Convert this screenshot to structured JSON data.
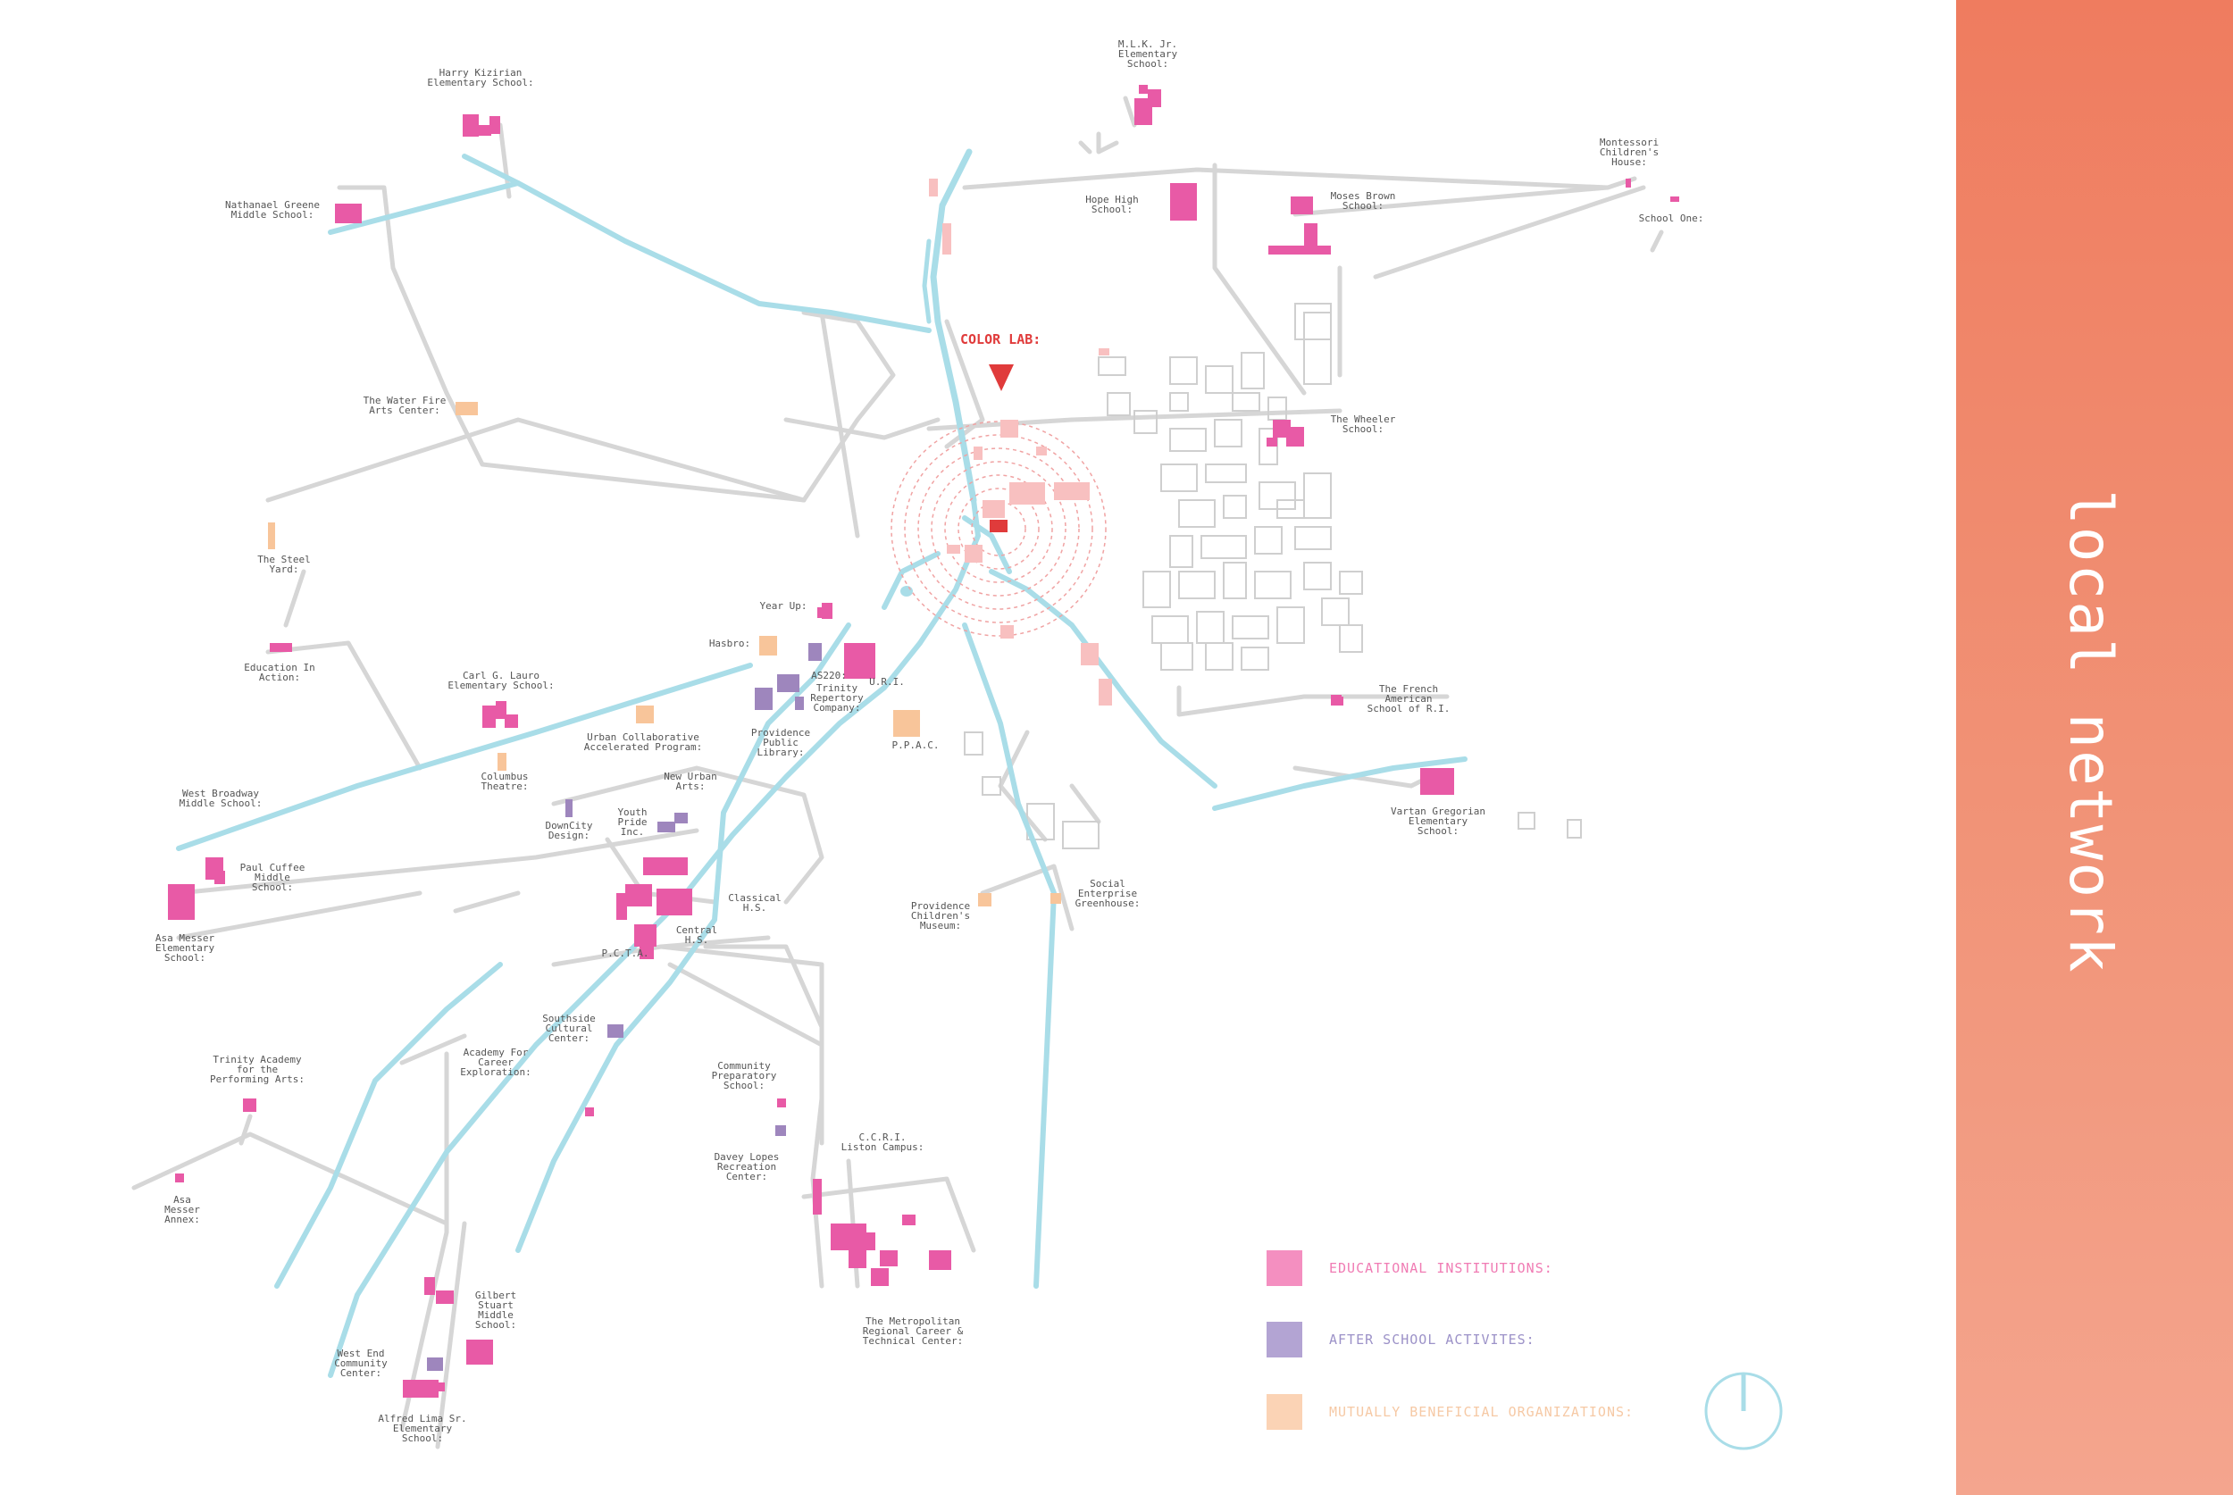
{
  "panel": {
    "title": "local network"
  },
  "colors": {
    "educational": "#e85aa6",
    "after_school": "#9e86bd",
    "mutual": "#f8c59a",
    "river": "#a9dde8",
    "road": "#d4d4d4",
    "color_lab": "#e03b3b",
    "panel_top": "#ef7c5f",
    "panel_bottom": "#f4a58e"
  },
  "color_lab": {
    "label": "COLOR LAB:"
  },
  "legend": [
    {
      "label": "EDUCATIONAL INSTITUTIONS:",
      "color": "#f48fc0",
      "text_color": "#f07cb4"
    },
    {
      "label": "AFTER SCHOOL ACTIVITES:",
      "color": "#b3a4d3",
      "text_color": "#9c92c8"
    },
    {
      "label": "MUTUALLY BENEFICIAL ORGANIZATIONS:",
      "color": "#fbd3b5",
      "text_color": "#f6c9a5"
    }
  ],
  "compass": {
    "icon": "north-arrow-icon"
  },
  "places": [
    {
      "id": "harry-kizirian",
      "lines": [
        "Harry Kizirian",
        "Elementary School:"
      ]
    },
    {
      "id": "nathanael-greene",
      "lines": [
        "Nathanael Greene",
        "Middle School:"
      ]
    },
    {
      "id": "water-fire",
      "lines": [
        "The Water Fire",
        "Arts Center:"
      ]
    },
    {
      "id": "steel-yard",
      "lines": [
        "The Steel",
        "Yard:"
      ]
    },
    {
      "id": "education-in-action",
      "lines": [
        "Education In",
        "Action:"
      ]
    },
    {
      "id": "carl-lauro",
      "lines": [
        "Carl G. Lauro",
        "Elementary School:"
      ]
    },
    {
      "id": "urban-collaborative",
      "lines": [
        "Urban Collaborative",
        "Accelerated Program:"
      ]
    },
    {
      "id": "columbus-theatre",
      "lines": [
        "Columbus",
        "Theatre:"
      ]
    },
    {
      "id": "west-broadway",
      "lines": [
        "West Broadway",
        "Middle School:"
      ]
    },
    {
      "id": "paul-cuffee",
      "lines": [
        "Paul Cuffee",
        "Middle",
        "School:"
      ]
    },
    {
      "id": "asa-messer",
      "lines": [
        "Asa Messer",
        "Elementary",
        "School:"
      ]
    },
    {
      "id": "downcity",
      "lines": [
        "DownCity",
        "Design:"
      ]
    },
    {
      "id": "youth-pride",
      "lines": [
        "Youth",
        "Pride",
        "Inc."
      ]
    },
    {
      "id": "new-urban-arts",
      "lines": [
        "New Urban",
        "Arts:"
      ]
    },
    {
      "id": "year-up",
      "lines": [
        "Year Up:"
      ]
    },
    {
      "id": "hasbro",
      "lines": [
        "Hasbro:"
      ]
    },
    {
      "id": "as220",
      "lines": [
        "AS220:"
      ]
    },
    {
      "id": "uri",
      "lines": [
        "U.R.I."
      ]
    },
    {
      "id": "trinity-rep",
      "lines": [
        "Trinity",
        "Repertory",
        "Company:"
      ]
    },
    {
      "id": "providence-library",
      "lines": [
        "Providence",
        "Public",
        "Library:"
      ]
    },
    {
      "id": "ppac",
      "lines": [
        "P.P.A.C."
      ]
    },
    {
      "id": "classical",
      "lines": [
        "Classical",
        "H.S."
      ]
    },
    {
      "id": "central",
      "lines": [
        "Central",
        "H.S."
      ]
    },
    {
      "id": "pcta",
      "lines": [
        "P.C.T.A."
      ]
    },
    {
      "id": "southside",
      "lines": [
        "Southside",
        "Cultural",
        "Center:"
      ]
    },
    {
      "id": "academy-career",
      "lines": [
        "Academy For",
        "Career",
        "Exploration:"
      ]
    },
    {
      "id": "trinity-academy",
      "lines": [
        "Trinity Academy",
        "for the",
        "Performing Arts:"
      ]
    },
    {
      "id": "asa-messer-annex",
      "lines": [
        "Asa",
        "Messer",
        "Annex:"
      ]
    },
    {
      "id": "gilbert-stuart",
      "lines": [
        "Gilbert",
        "Stuart",
        "Middle",
        "School:"
      ]
    },
    {
      "id": "west-end",
      "lines": [
        "West End",
        "Community",
        "Center:"
      ]
    },
    {
      "id": "alfred-lima",
      "lines": [
        "Alfred Lima Sr.",
        "Elementary",
        "School:"
      ]
    },
    {
      "id": "community-prep",
      "lines": [
        "Community",
        "Preparatory",
        "School:"
      ]
    },
    {
      "id": "davey-lopes",
      "lines": [
        "Davey Lopes",
        "Recreation",
        "Center:"
      ]
    },
    {
      "id": "ccri",
      "lines": [
        "C.C.R.I.",
        "Liston Campus:"
      ]
    },
    {
      "id": "met-school",
      "lines": [
        "The Metropolitan",
        "Regional Career &",
        "Technical Center:"
      ]
    },
    {
      "id": "childrens-museum",
      "lines": [
        "Providence",
        "Children's",
        "Museum:"
      ]
    },
    {
      "id": "social-enterprise",
      "lines": [
        "Social",
        "Enterprise",
        "Greenhouse:"
      ]
    },
    {
      "id": "mlk",
      "lines": [
        "M.L.K. Jr.",
        "Elementary",
        "School:"
      ]
    },
    {
      "id": "hope-high",
      "lines": [
        "Hope High",
        "School:"
      ]
    },
    {
      "id": "moses-brown",
      "lines": [
        "Moses Brown",
        "School:"
      ]
    },
    {
      "id": "montessori",
      "lines": [
        "Montessori",
        "Children's",
        "House:"
      ]
    },
    {
      "id": "school-one",
      "lines": [
        "School One:"
      ]
    },
    {
      "id": "wheeler",
      "lines": [
        "The Wheeler",
        "School:"
      ]
    },
    {
      "id": "french-american",
      "lines": [
        "The French",
        "American",
        "School of R.I."
      ]
    },
    {
      "id": "vartan-gregorian",
      "lines": [
        "Vartan Gregorian",
        "Elementary",
        "School:"
      ]
    }
  ]
}
